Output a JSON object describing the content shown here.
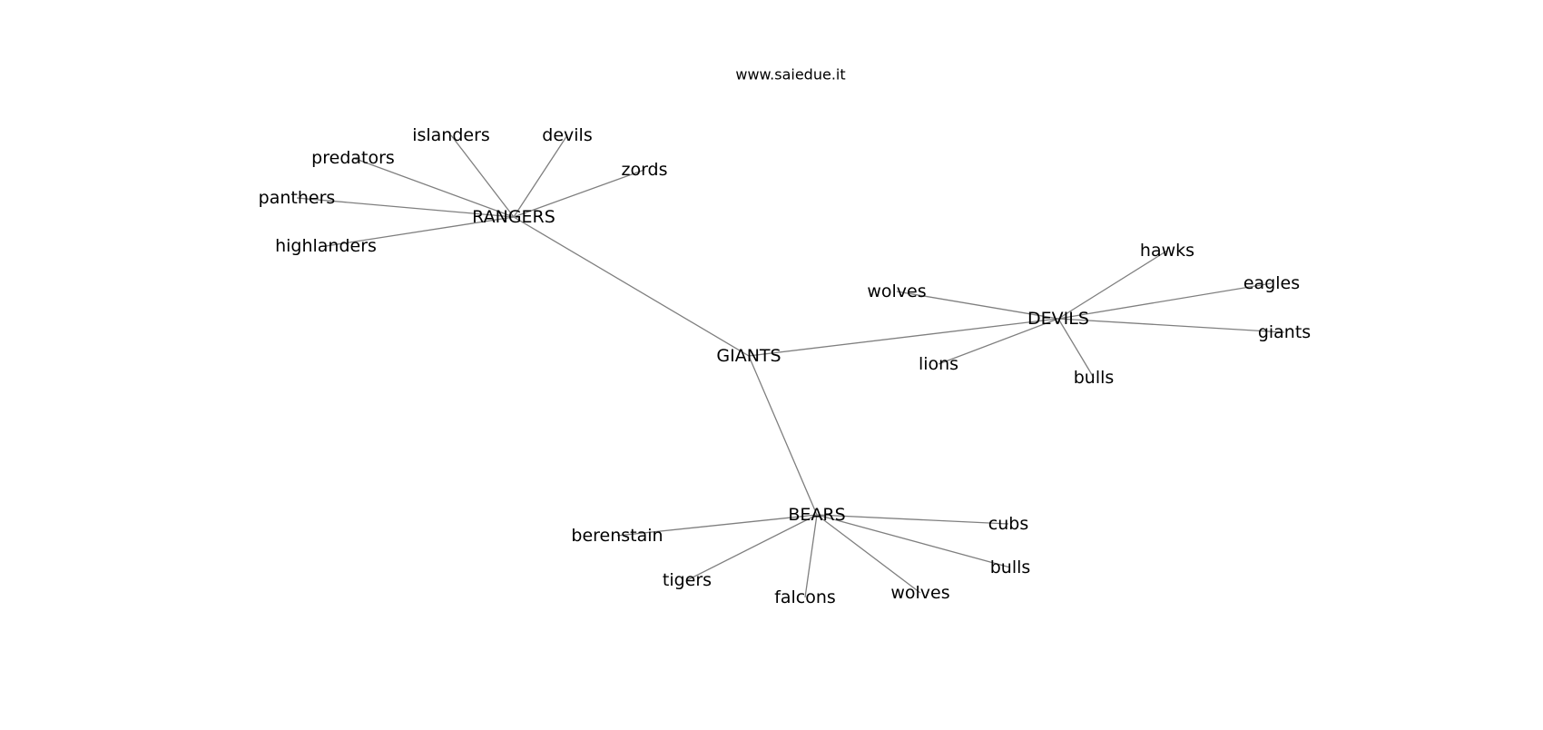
{
  "watermark": "www.saiedue.it",
  "colors": {
    "edge": "#7f7f7f",
    "text": "#000000",
    "background": "#ffffff"
  },
  "graph": {
    "nodes": [
      {
        "id": "giants_hub",
        "label": "GIANTS"
      },
      {
        "id": "rangers",
        "label": "RANGERS"
      },
      {
        "id": "devils_hub",
        "label": "DEVILS"
      },
      {
        "id": "bears",
        "label": "BEARS"
      },
      {
        "id": "islanders",
        "label": "islanders"
      },
      {
        "id": "devils_leaf",
        "label": "devils"
      },
      {
        "id": "predators",
        "label": "predators"
      },
      {
        "id": "zords",
        "label": "zords"
      },
      {
        "id": "panthers",
        "label": "panthers"
      },
      {
        "id": "highlanders",
        "label": "highlanders"
      },
      {
        "id": "hawks",
        "label": "hawks"
      },
      {
        "id": "eagles",
        "label": "eagles"
      },
      {
        "id": "wolves_devils",
        "label": "wolves"
      },
      {
        "id": "giants_leaf",
        "label": "giants"
      },
      {
        "id": "lions",
        "label": "lions"
      },
      {
        "id": "bulls_devils",
        "label": "bulls"
      },
      {
        "id": "berenstain",
        "label": "berenstain"
      },
      {
        "id": "cubs",
        "label": "cubs"
      },
      {
        "id": "bulls_bears",
        "label": "bulls"
      },
      {
        "id": "tigers",
        "label": "tigers"
      },
      {
        "id": "falcons",
        "label": "falcons"
      },
      {
        "id": "wolves_bears",
        "label": "wolves"
      }
    ],
    "edges": [
      [
        "giants_hub",
        "rangers"
      ],
      [
        "giants_hub",
        "devils_hub"
      ],
      [
        "giants_hub",
        "bears"
      ],
      [
        "rangers",
        "islanders"
      ],
      [
        "rangers",
        "devils_leaf"
      ],
      [
        "rangers",
        "predators"
      ],
      [
        "rangers",
        "zords"
      ],
      [
        "rangers",
        "panthers"
      ],
      [
        "rangers",
        "highlanders"
      ],
      [
        "devils_hub",
        "hawks"
      ],
      [
        "devils_hub",
        "eagles"
      ],
      [
        "devils_hub",
        "wolves_devils"
      ],
      [
        "devils_hub",
        "giants_leaf"
      ],
      [
        "devils_hub",
        "lions"
      ],
      [
        "devils_hub",
        "bulls_devils"
      ],
      [
        "bears",
        "berenstain"
      ],
      [
        "bears",
        "cubs"
      ],
      [
        "bears",
        "bulls_bears"
      ],
      [
        "bears",
        "tigers"
      ],
      [
        "bears",
        "falcons"
      ],
      [
        "bears",
        "wolves_bears"
      ]
    ]
  }
}
